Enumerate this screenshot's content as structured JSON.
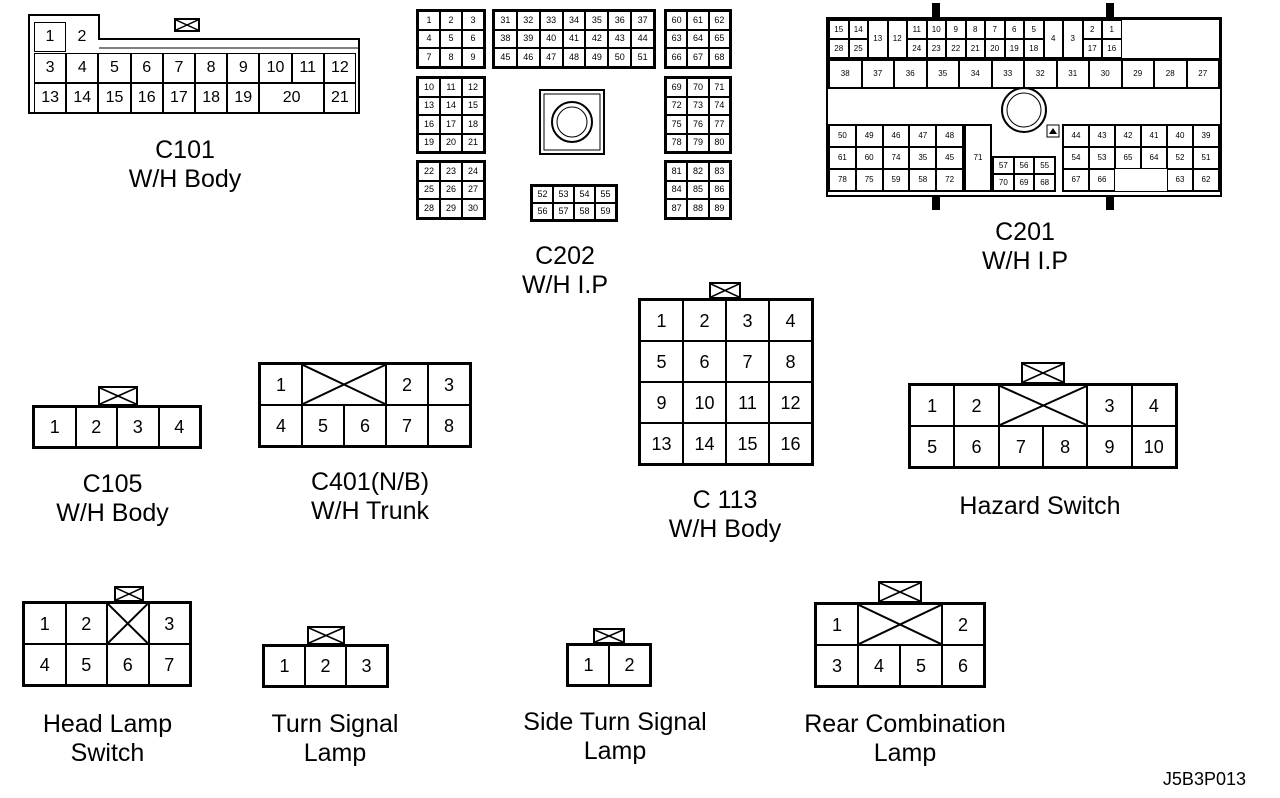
{
  "figure_id": "J5B3P013",
  "connectors": {
    "c101": {
      "name": "C101",
      "desc": "W/H Body",
      "row1": [
        "1",
        "2"
      ],
      "row2": [
        "3",
        "4",
        "5",
        "6",
        "7",
        "8",
        "9",
        "10",
        "11",
        "12"
      ],
      "row3": [
        "13",
        "14",
        "15",
        "16",
        "17",
        "18",
        "19",
        "20",
        "21"
      ]
    },
    "c202": {
      "name": "C202",
      "desc": "W/H I.P",
      "blk_a": [
        "1",
        "2",
        "3",
        "4",
        "5",
        "6",
        "7",
        "8",
        "9"
      ],
      "blk_b": [
        "31",
        "32",
        "33",
        "34",
        "35",
        "36",
        "37",
        "38",
        "39",
        "40",
        "41",
        "42",
        "43",
        "44",
        "45",
        "46",
        "47",
        "48",
        "49",
        "50",
        "51"
      ],
      "blk_c": [
        "60",
        "61",
        "62",
        "63",
        "64",
        "65",
        "66",
        "67",
        "68"
      ],
      "blk_d": [
        "10",
        "11",
        "12",
        "13",
        "14",
        "15",
        "16",
        "17",
        "18",
        "19",
        "20",
        "21"
      ],
      "blk_e": [
        "69",
        "70",
        "71",
        "72",
        "73",
        "74",
        "75",
        "76",
        "77",
        "78",
        "79",
        "80"
      ],
      "blk_f": [
        "22",
        "23",
        "24",
        "25",
        "26",
        "27",
        "28",
        "29",
        "30"
      ],
      "blk_g": [
        "52",
        "53",
        "54",
        "55",
        "56",
        "57",
        "58",
        "59"
      ],
      "blk_h": [
        "81",
        "82",
        "83",
        "84",
        "85",
        "86",
        "87",
        "88",
        "89"
      ]
    },
    "c201": {
      "name": "C201",
      "desc": "W/H I.P",
      "top_left": [
        "15",
        "14",
        "28",
        "25",
        "13",
        "12",
        "11",
        "10",
        "24",
        "23",
        "9",
        "8",
        "7",
        "22",
        "21",
        "20",
        "6",
        "5",
        "19",
        "18",
        "4",
        "3",
        "2",
        "1",
        "17",
        "16"
      ],
      "top_row2": [
        "38",
        "37",
        "36",
        "35",
        "34",
        "33",
        "32",
        "31",
        "30",
        "29",
        "28",
        "27"
      ],
      "bot_left": [
        "50",
        "49",
        "61",
        "60",
        "78",
        "75",
        "46",
        "74",
        "47",
        "35",
        "48",
        "45",
        "59",
        "58",
        "72",
        "71"
      ],
      "bot_mid": [
        "57",
        "56",
        "55",
        "70",
        "69",
        "68"
      ],
      "bot_right": [
        "44",
        "43",
        "54",
        "53",
        "67",
        "66",
        "42",
        "65",
        "41",
        "64",
        "40",
        "39",
        "52",
        "51",
        "63",
        "62"
      ]
    },
    "c105": {
      "name": "C105",
      "desc": "W/H Body",
      "pins": [
        "1",
        "2",
        "3",
        "4"
      ]
    },
    "c401": {
      "name": "C401(N/B)",
      "desc": "W/H Trunk",
      "row1": [
        "1",
        "2",
        "3"
      ],
      "row2": [
        "4",
        "5",
        "6",
        "7",
        "8"
      ]
    },
    "c113": {
      "name": "C 113",
      "desc": "W/H Body",
      "pins": [
        "1",
        "2",
        "3",
        "4",
        "5",
        "6",
        "7",
        "8",
        "9",
        "10",
        "11",
        "12",
        "13",
        "14",
        "15",
        "16"
      ]
    },
    "hazard": {
      "name": "Hazard Switch",
      "row1": [
        "1",
        "2",
        "3",
        "4"
      ],
      "row2": [
        "5",
        "6",
        "7",
        "8",
        "9",
        "10"
      ]
    },
    "headlamp": {
      "name_l1": "Head Lamp",
      "name_l2": "Switch",
      "row1": [
        "1",
        "2",
        "3"
      ],
      "row2": [
        "4",
        "5",
        "6",
        "7"
      ]
    },
    "turn": {
      "name_l1": "Turn Signal",
      "name_l2": "Lamp",
      "pins": [
        "1",
        "2",
        "3"
      ]
    },
    "sideturn": {
      "name_l1": "Side Turn Signal",
      "name_l2": "Lamp",
      "pins": [
        "1",
        "2"
      ]
    },
    "rearcomb": {
      "name_l1": "Rear Combination",
      "name_l2": "Lamp",
      "row1": [
        "1",
        "2"
      ],
      "row2": [
        "3",
        "4",
        "5",
        "6"
      ]
    }
  }
}
